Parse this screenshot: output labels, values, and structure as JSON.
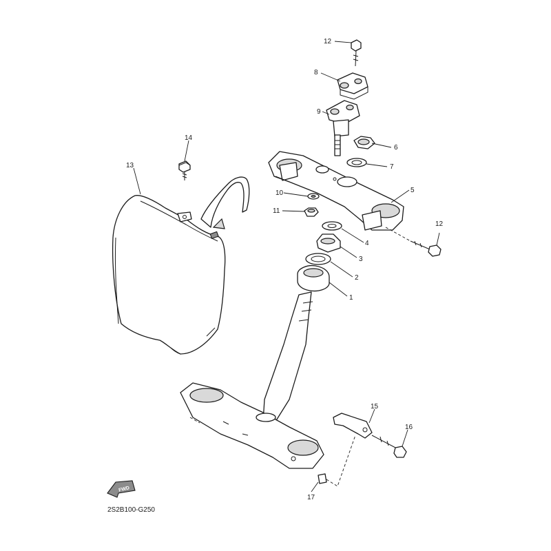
{
  "diagram": {
    "code": "2S2B100-G250",
    "fwd_label": "FWD",
    "callouts": [
      {
        "id": "c12a",
        "label": "12"
      },
      {
        "id": "c8",
        "label": "8"
      },
      {
        "id": "c9",
        "label": "9"
      },
      {
        "id": "c6",
        "label": "6"
      },
      {
        "id": "c7",
        "label": "7"
      },
      {
        "id": "c5",
        "label": "5"
      },
      {
        "id": "c10",
        "label": "10"
      },
      {
        "id": "c11",
        "label": "11"
      },
      {
        "id": "c12b",
        "label": "12"
      },
      {
        "id": "c4",
        "label": "4"
      },
      {
        "id": "c3",
        "label": "3"
      },
      {
        "id": "c2",
        "label": "2"
      },
      {
        "id": "c1",
        "label": "1"
      },
      {
        "id": "c14",
        "label": "14"
      },
      {
        "id": "c13",
        "label": "13"
      },
      {
        "id": "c15",
        "label": "15"
      },
      {
        "id": "c16",
        "label": "16"
      },
      {
        "id": "c17",
        "label": "17"
      }
    ]
  }
}
